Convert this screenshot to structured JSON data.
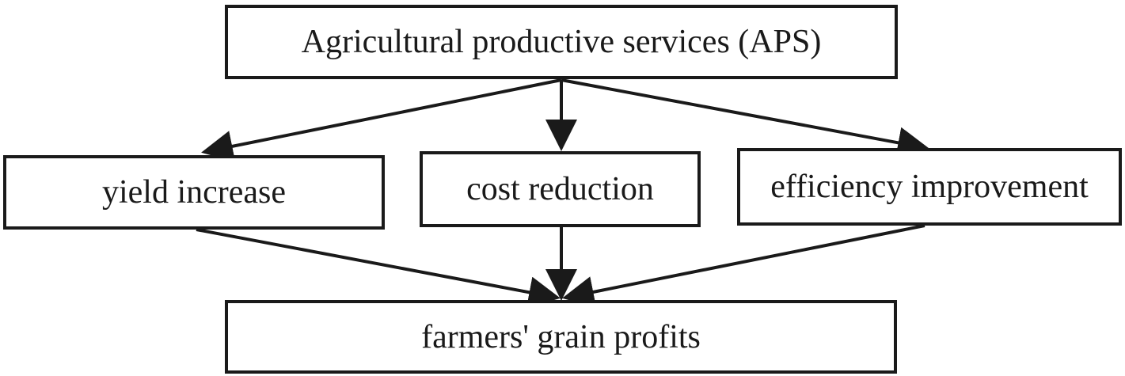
{
  "diagram": {
    "nodes": {
      "aps": {
        "label": "Agricultural productive services (APS)"
      },
      "yield": {
        "label": "yield increase"
      },
      "cost": {
        "label": "cost reduction"
      },
      "efficiency": {
        "label": "efficiency improvement"
      },
      "profits": {
        "label": "farmers' grain profits"
      }
    },
    "edges": [
      {
        "from": "aps",
        "to": "yield"
      },
      {
        "from": "aps",
        "to": "cost"
      },
      {
        "from": "aps",
        "to": "efficiency"
      },
      {
        "from": "yield",
        "to": "profits"
      },
      {
        "from": "cost",
        "to": "profits"
      },
      {
        "from": "efficiency",
        "to": "profits"
      }
    ],
    "colors": {
      "stroke": "#1a1a1a",
      "background": "#ffffff"
    }
  }
}
